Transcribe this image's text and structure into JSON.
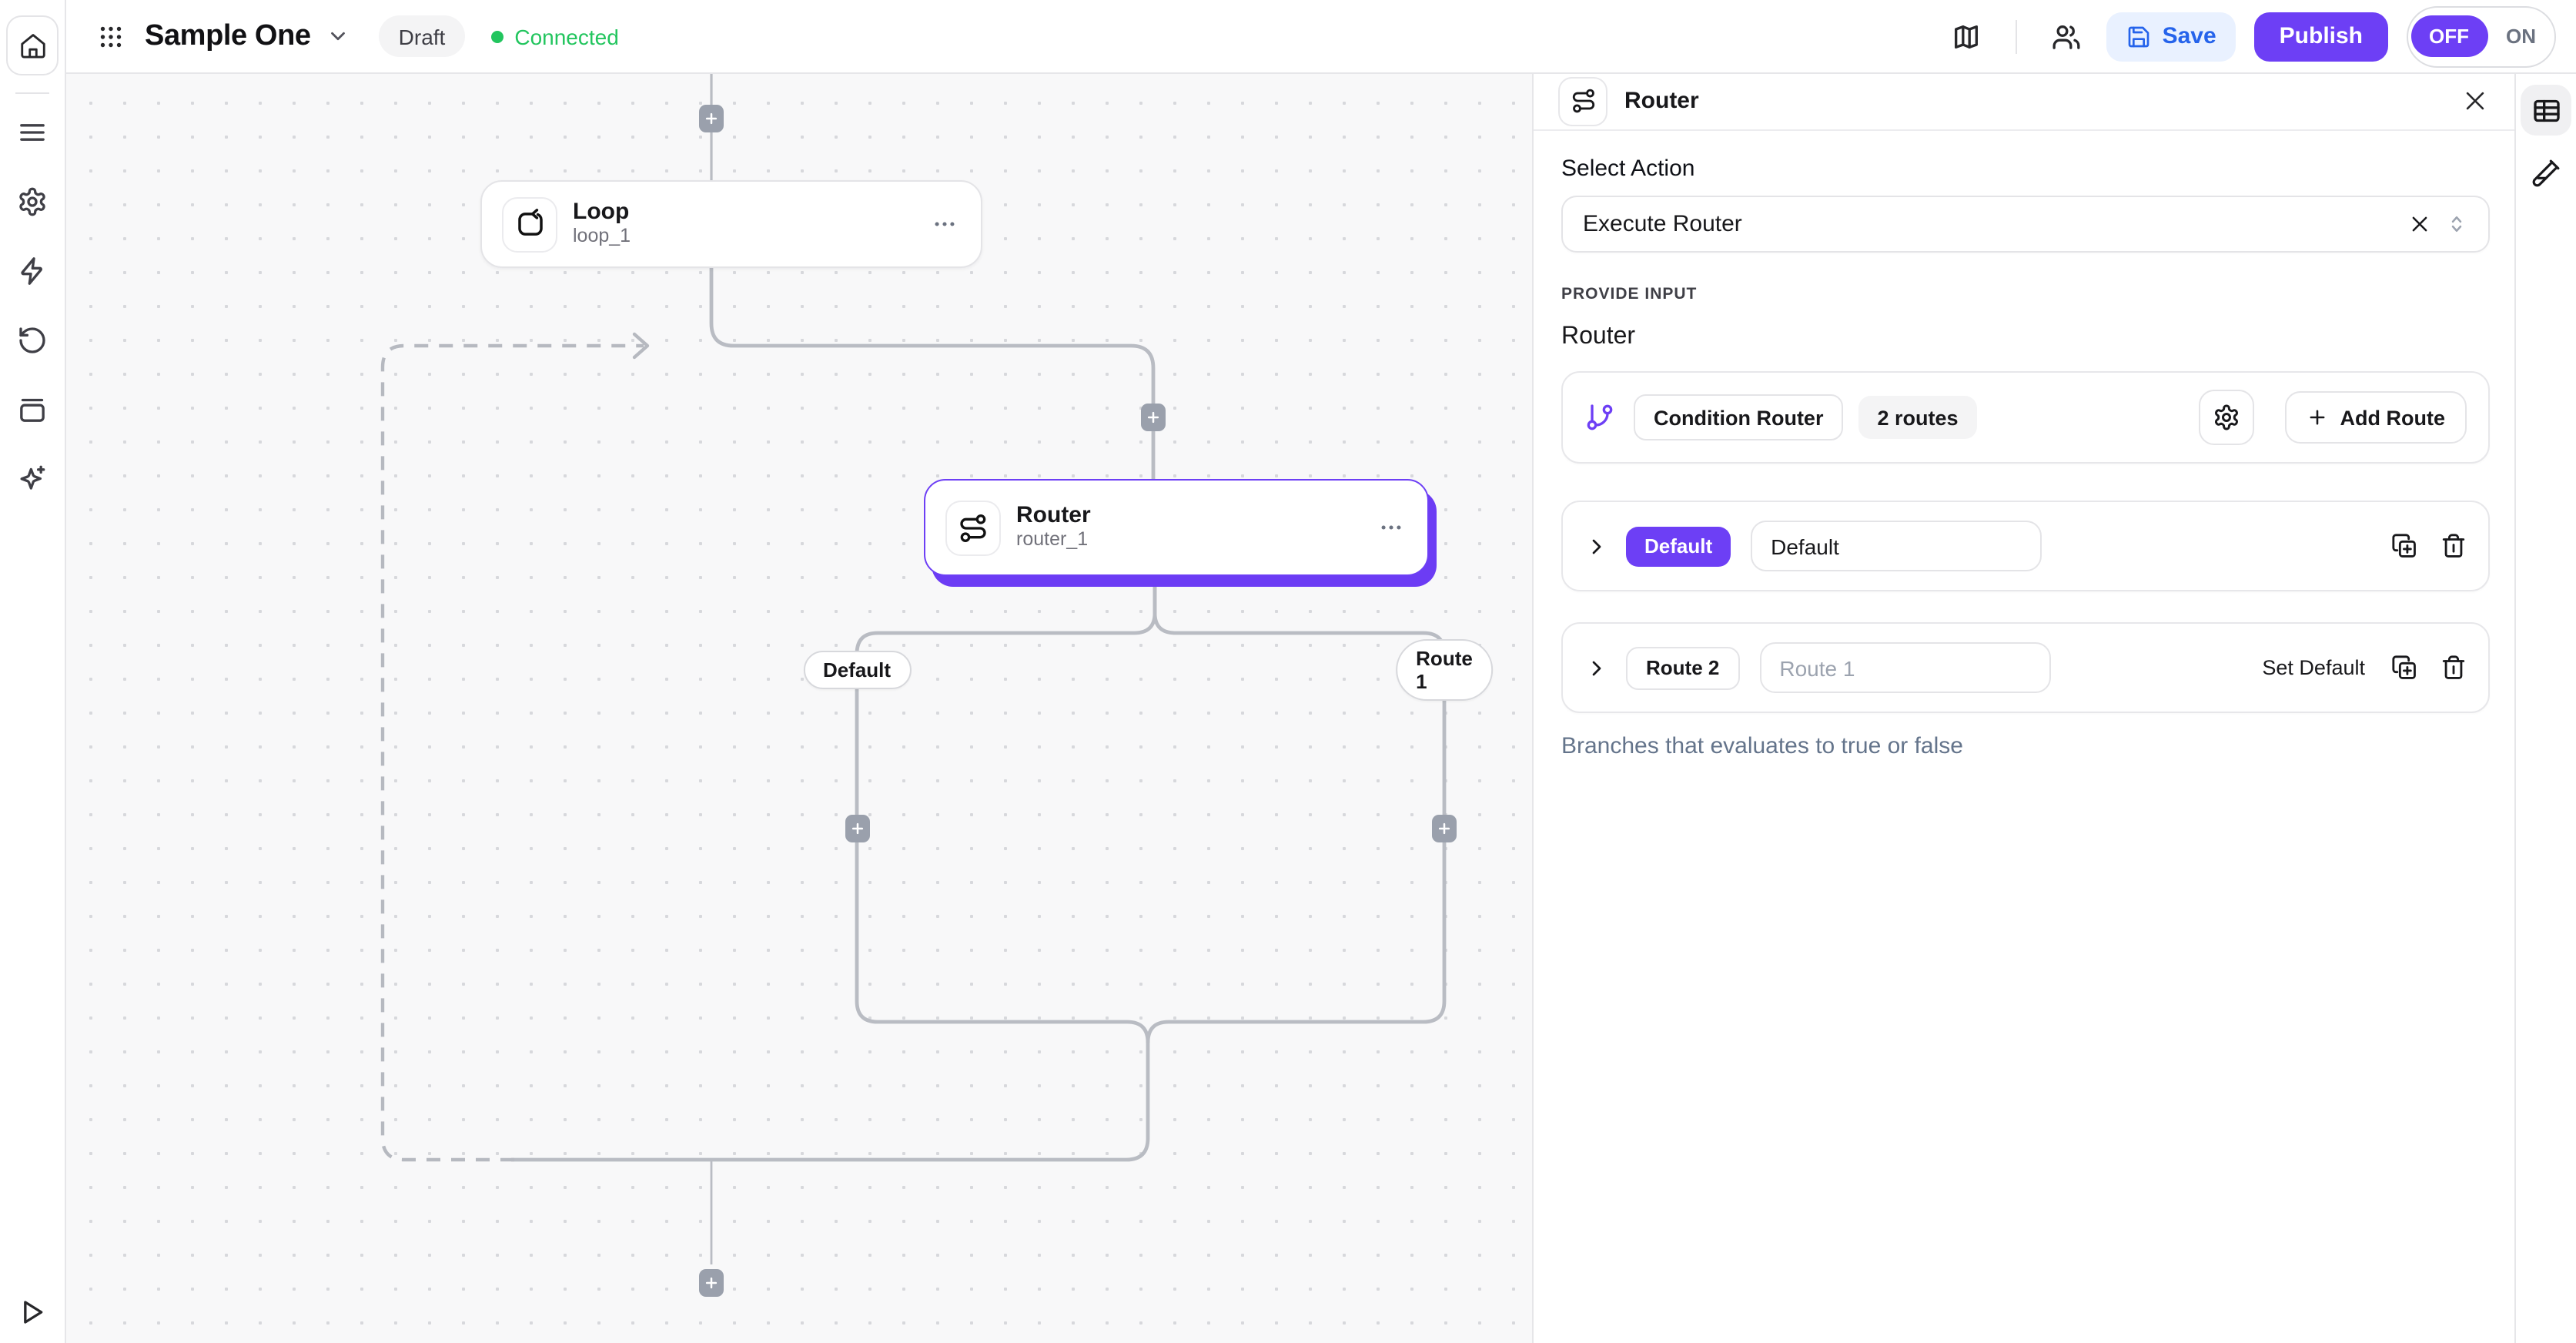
{
  "header": {
    "title": "Sample One",
    "status_badge": "Draft",
    "connection_status": "Connected",
    "save_label": "Save",
    "publish_label": "Publish",
    "toggle_off": "OFF",
    "toggle_on": "ON"
  },
  "canvas": {
    "loop_node": {
      "title": "Loop",
      "id": "loop_1"
    },
    "router_node": {
      "title": "Router",
      "id": "router_1"
    },
    "edge_labels": {
      "left": "Default",
      "right": "Route 1"
    }
  },
  "panel": {
    "title": "Router",
    "select_action_label": "Select Action",
    "select_action_value": "Execute Router",
    "section_label": "PROVIDE INPUT",
    "section_title": "Router",
    "condition": {
      "name": "Condition Router",
      "routes_badge": "2 routes",
      "add_route_label": "Add Route"
    },
    "routes": [
      {
        "badge": "Default",
        "value": "Default"
      },
      {
        "badge": "Route 2",
        "placeholder": "Route 1",
        "set_default_label": "Set Default"
      }
    ],
    "footnote": "Branches that evaluates to true or false"
  },
  "colors": {
    "accent_purple": "#6d3ff5",
    "save_blue": "#2563eb",
    "connected_green": "#22c55e"
  }
}
